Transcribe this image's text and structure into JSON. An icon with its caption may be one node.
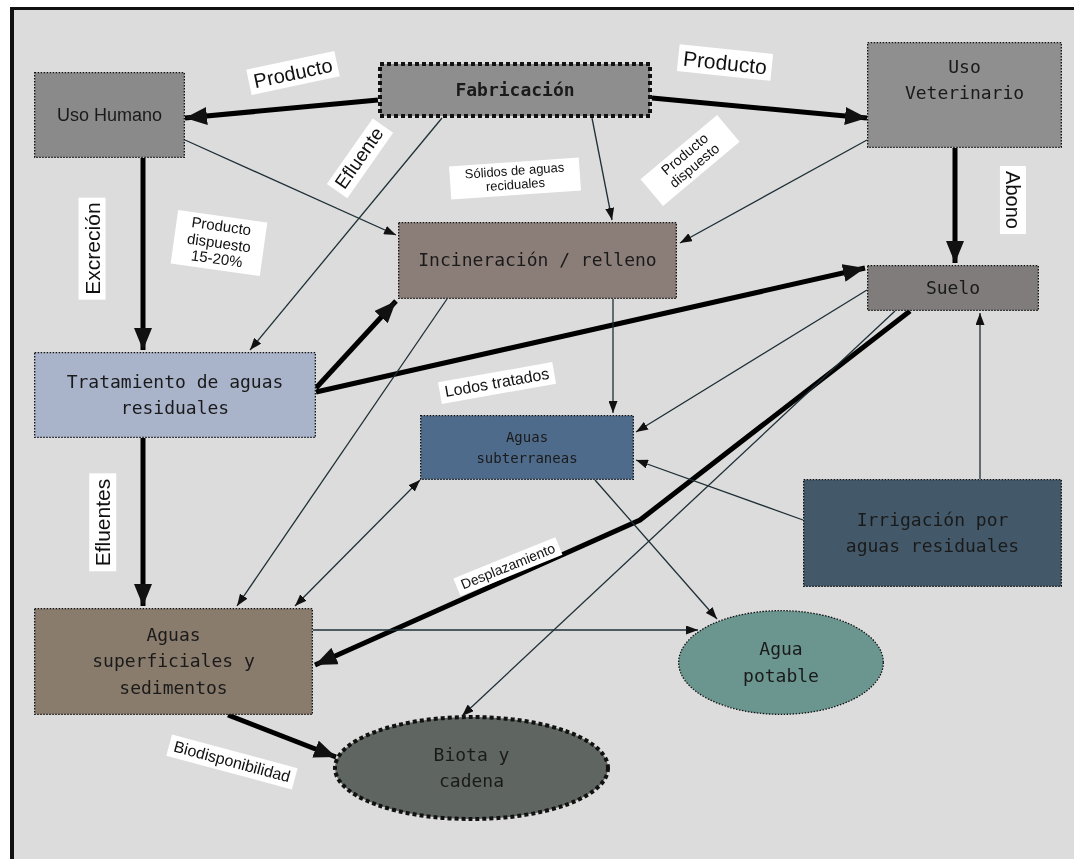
{
  "diagram": {
    "nodes": [
      {
        "text": [
          "Fabricación"
        ]
      },
      {
        "text": [
          "Uso Humano"
        ]
      },
      {
        "text": [
          "Uso Veterinario"
        ]
      },
      {
        "text": [
          "Incineración / relleno"
        ]
      },
      {
        "text": [
          "Suelo"
        ]
      },
      {
        "text": [
          "Tratamiento de aguas residuales"
        ]
      },
      {
        "text": [
          "Aguas subterraneas"
        ]
      },
      {
        "text": [
          "Irrigación por aguas residuales"
        ]
      },
      {
        "text": [
          "Aguas superficiales y sedimentos"
        ]
      },
      {
        "text": [
          "Agua potable"
        ]
      },
      {
        "text": [
          "Biota y cadena"
        ]
      }
    ],
    "edges": [
      {
        "from": 0,
        "to": 1,
        "arrow": "to",
        "label": "Producto",
        "style": "thick"
      },
      {
        "from": 0,
        "to": 2,
        "arrow": "to",
        "label": "Producto",
        "style": "thick"
      },
      {
        "from": 0,
        "to": 5,
        "arrow": "to",
        "label": "Efluente"
      },
      {
        "from": 0,
        "to": 3,
        "arrow": "to",
        "label": "Sólidos de aguas reciduales"
      },
      {
        "from": 2,
        "to": 3,
        "arrow": "to",
        "label": "Producto dispuesto"
      },
      {
        "from": 1,
        "to": 3,
        "arrow": "to",
        "label": "Producto dispuesto 15-20%"
      },
      {
        "from": 1,
        "to": 5,
        "arrow": "to",
        "label": "Excreción",
        "style": "thick"
      },
      {
        "from": 2,
        "to": 4,
        "arrow": "to",
        "label": "Abono",
        "style": "thick"
      },
      {
        "from": 5,
        "to": 3,
        "arrow": "to",
        "style": "thick"
      },
      {
        "from": 5,
        "to": 4,
        "arrow": "to",
        "label": "Lodos tratados",
        "style": "thick"
      },
      {
        "from": 5,
        "to": 8,
        "arrow": "to",
        "label": "Efluentes",
        "style": "thick"
      },
      {
        "from": 3,
        "to": 8,
        "arrow": "to"
      },
      {
        "from": 3,
        "to": 6,
        "arrow": "to"
      },
      {
        "from": 4,
        "to": 6,
        "arrow": "to"
      },
      {
        "from": 4,
        "to": 8,
        "arrow": "to",
        "label": "Desplazamiento",
        "style": "thick"
      },
      {
        "from": 4,
        "to": 10,
        "arrow": "to"
      },
      {
        "from": 7,
        "to": 4,
        "arrow": "to"
      },
      {
        "from": 7,
        "to": 6,
        "arrow": "to"
      },
      {
        "from": 6,
        "to": 8,
        "arrow": "both"
      },
      {
        "from": 6,
        "to": 9,
        "arrow": "to"
      },
      {
        "from": 8,
        "to": 9,
        "arrow": "to"
      },
      {
        "from": 8,
        "to": 10,
        "arrow": "to",
        "label": "Biodisponibilidad",
        "style": "thick"
      }
    ]
  }
}
